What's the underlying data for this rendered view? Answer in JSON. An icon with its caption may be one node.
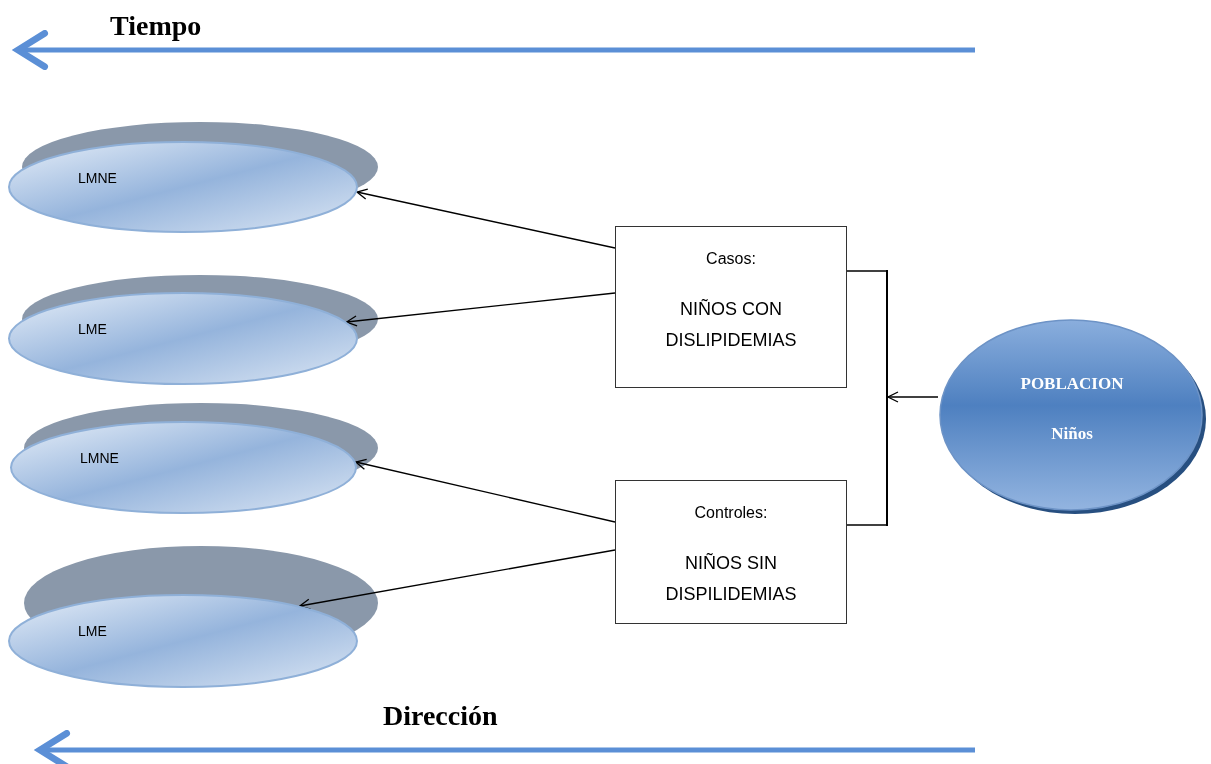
{
  "diagram": {
    "nodes": [
      {
        "text": [
          "LMNE"
        ]
      },
      {
        "text": [
          "LME"
        ]
      },
      {
        "text": [
          "LMNE"
        ]
      },
      {
        "text": [
          "LME"
        ]
      },
      {
        "text": [
          "Casos:",
          "NIÑOS CON DISLIPIDEMIAS"
        ]
      },
      {
        "text": [
          "Controles:",
          "NIÑOS SIN DISPILIDEMIAS"
        ]
      },
      {
        "text": [
          "POBLACION",
          "Niños"
        ]
      },
      {
        "text": [],
        "shape": "bar"
      }
    ],
    "edges": [
      {
        "from": 4,
        "to": 0,
        "arrow": "to"
      },
      {
        "from": 4,
        "to": 1,
        "arrow": "to"
      },
      {
        "from": 5,
        "to": 2,
        "arrow": "to"
      },
      {
        "from": 5,
        "to": 3,
        "arrow": "to"
      },
      {
        "from": 6,
        "to": 7,
        "arrow": "to"
      },
      {
        "from": 7,
        "to": 4,
        "arrow": "none"
      },
      {
        "from": 7,
        "to": 5,
        "arrow": "none"
      }
    ],
    "labels": [
      "Tiempo",
      "Dirección"
    ]
  }
}
